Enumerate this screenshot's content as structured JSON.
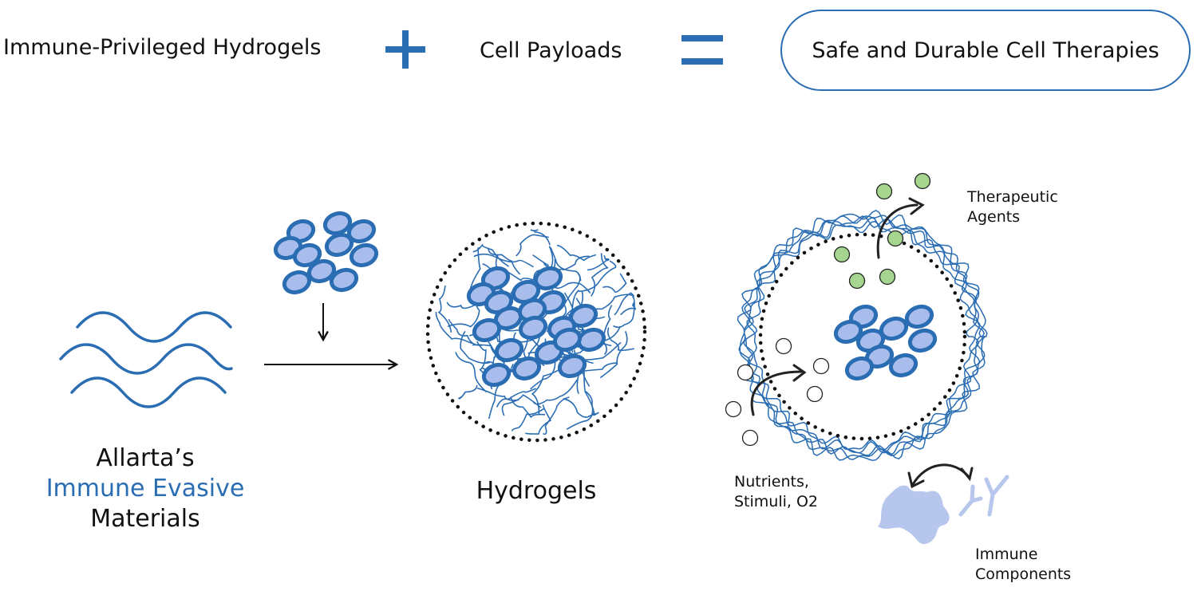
{
  "equation": {
    "term1": "Immune-Privileged Hydrogels",
    "plus": "+",
    "term2": "Cell Payloads",
    "equals": "=",
    "result": "Safe and Durable Cell Therapies"
  },
  "materials": {
    "line1": "Allarta’s",
    "line2": "Immune Evasive",
    "line3": "Materials"
  },
  "hydrogel": {
    "label": "Hydrogels"
  },
  "outputs": {
    "therapeutic_line1": "Therapeutic",
    "therapeutic_line2": "Agents",
    "nutrients_line1": "Nutrients,",
    "nutrients_line2": "Stimuli, O2",
    "immune_line1": "Immune",
    "immune_line2": "Components"
  },
  "colors": {
    "accent": "#2a6db3",
    "cell_fill": "#a9bdec",
    "agent_fill": "#a6d58f",
    "immune_fill": "#b7c6ec"
  },
  "icons": [
    "plus-icon",
    "equals-icon",
    "wave-icon",
    "cell-cluster-icon",
    "arrow-down-icon",
    "arrow-right-icon",
    "hydrogel-sphere-icon",
    "curved-arrow-icon",
    "immune-cell-icon",
    "antibody-icon"
  ]
}
